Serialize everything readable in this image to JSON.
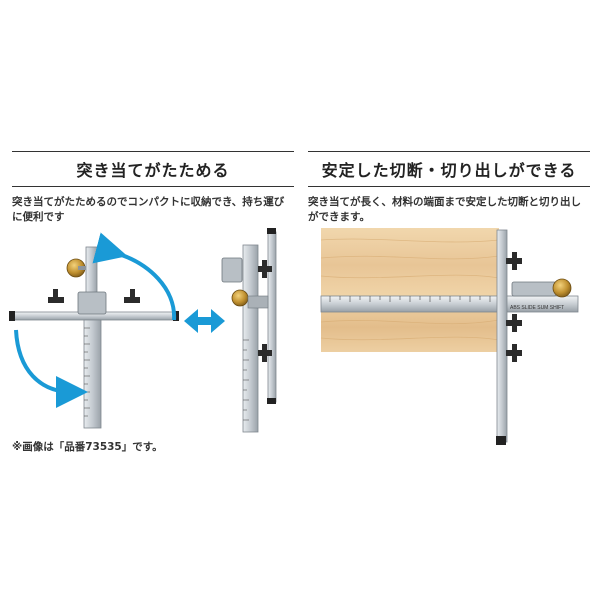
{
  "left_panel": {
    "heading": "突き当てがたためる",
    "description": "突き当てがたためるのでコンパクトに収納でき、持ち運びに便利です",
    "note": "※画像は「品番73535」です。"
  },
  "right_panel": {
    "heading": "安定した切断・切り出しができる",
    "description": "突き当てが長く、材料の端面まで安定した切断と切り出しができます。"
  },
  "product_label": "ABS SLIDE SUM SHIFT",
  "colors": {
    "arrow_blue": "#1a9ad6",
    "wood": "#e9c99a",
    "metal": "#c9cfd4",
    "knob_gold": "#b9892e"
  }
}
